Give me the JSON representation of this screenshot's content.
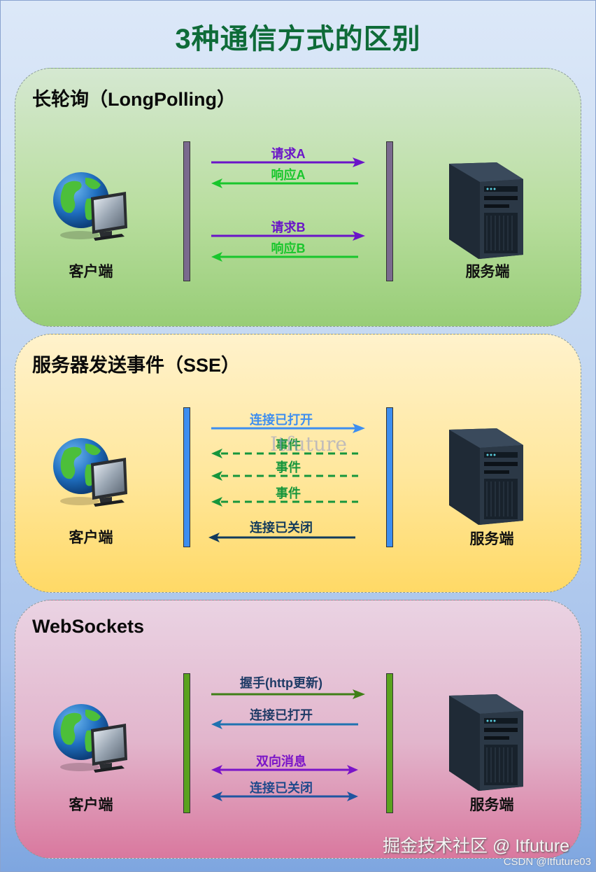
{
  "title": "3种通信方式的区别",
  "panels": [
    {
      "title": "长轮询（LongPolling）",
      "client_label": "客户端",
      "server_label": "服务端",
      "lifeline_color": "#7a6a8e",
      "messages": [
        {
          "label": "请求A",
          "direction": "right",
          "color": "#6a14c8",
          "style": "solid"
        },
        {
          "label": "响应A",
          "direction": "left",
          "color": "#19c62c",
          "style": "solid"
        },
        {
          "label": "请求B",
          "direction": "right",
          "color": "#6a14c8",
          "style": "solid"
        },
        {
          "label": "响应B",
          "direction": "left",
          "color": "#19c62c",
          "style": "solid"
        }
      ]
    },
    {
      "title": "服务器发送事件（SSE）",
      "client_label": "客户端",
      "server_label": "服务端",
      "lifeline_color": "#3d8ef0",
      "messages": [
        {
          "label": "连接已打开",
          "direction": "right",
          "color": "#3d8ef0",
          "style": "solid"
        },
        {
          "label": "事件",
          "direction": "left",
          "color": "#16963c",
          "style": "dashed"
        },
        {
          "label": "事件",
          "direction": "left",
          "color": "#16963c",
          "style": "dashed"
        },
        {
          "label": "事件",
          "direction": "left",
          "color": "#16963c",
          "style": "dashed"
        },
        {
          "label": "连接已关闭",
          "direction": "left",
          "color": "#113a5c",
          "style": "solid"
        }
      ]
    },
    {
      "title": "WebSockets",
      "client_label": "客户端",
      "server_label": "服务端",
      "lifeline_color": "#5aa21e",
      "messages": [
        {
          "label": "握手(http更新)",
          "direction": "right",
          "color": "#3f7f17",
          "style": "solid"
        },
        {
          "label": "连接已打开",
          "direction": "left",
          "color": "#1f72b0",
          "style": "solid"
        },
        {
          "label": "双向消息",
          "direction": "both",
          "color": "#7a14c8",
          "style": "solid"
        },
        {
          "label": "连接已关闭",
          "direction": "both",
          "color": "#1f55a0",
          "style": "solid"
        }
      ]
    }
  ],
  "watermarks": {
    "juejin": "掘金技术社区 @ Itfuture",
    "csdn": "CSDN @Itfuture03",
    "ghost": "Itfuture"
  },
  "icons": {
    "client": "globe-computer-icon",
    "server": "server-tower-icon"
  }
}
